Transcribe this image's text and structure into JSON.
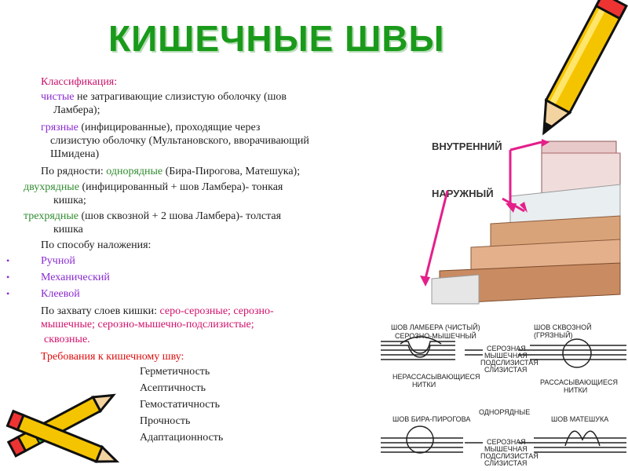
{
  "title": "КИШЕЧНЫЕ ШВЫ",
  "classification": {
    "heading": "Классификация:",
    "clean_term": "чистые",
    "clean_rest_1": " не затрагивающие слизистую оболочку (шов",
    "clean_rest_2": "Ламбера);",
    "dirty_term": "грязные",
    "dirty_rest_1": " (инфицированные), проходящие через",
    "dirty_rest_2": "слизистую оболочку (Мультановского, вворачивающий",
    "dirty_rest_3": "Шмидена)",
    "rows_prefix": "По рядности: ",
    "rows_single": "однорядные",
    "rows_single_rest": " (Бира-Пирогова, Матешука);",
    "double_term": "двухрядные",
    "double_rest_1": " (инфицированный + шов Ламбера)- тонкая",
    "double_rest_2": "кишка;",
    "triple_term": "трехрядные",
    "triple_rest_1": " (шов сквозной +  2 шова Ламбера)- толстая",
    "triple_rest_2": "кишка",
    "method_heading": "По способу наложения:",
    "methods": [
      "Ручной",
      "Механический",
      "Клеевой"
    ],
    "layers_prefix": "По захвату слоев кишки: ",
    "layers_1": "серо-серозные; серозно-",
    "layers_2": "мышечные; серозно-мышечно-подслизистые;",
    "layers_3": "сквозные.",
    "req_heading": "Требования к кишечному шву:",
    "requirements": [
      "Герметичность",
      "Асептичность",
      "Гемостатичность",
      "Прочность",
      "Адаптационность"
    ]
  },
  "figure_labels": {
    "inner": "ВНУТРЕННИЙ",
    "outer": "НАРУЖНЫЙ"
  },
  "diagram_labels": {
    "lambert": "ШОВ ЛАМБЕРА (ЧИСТЫЙ)",
    "sero_musc": "СЕРОЗНО-МЫШЕЧНЫЙ",
    "through": "ШОВ СКВОЗНОЙ (ГРЯЗНЫЙ)",
    "serous": "СЕРОЗНАЯ",
    "muscular": "МЫШЕЧНАЯ",
    "submucous": "ПОДСЛИЗИСТАЯ",
    "mucous": "СЛИЗИСТАЯ",
    "nonabs_1": "НЕРАССАСЫВАЮЩИЕСЯ",
    "nonabs_2": "НИТКИ",
    "abs_1": "РАССАСЫВАЮЩИЕСЯ",
    "abs_2": "НИТКИ",
    "single_row": "ОДНОРЯДНЫЕ",
    "bira": "ШОВ БИРА-ПИРОГОВА",
    "mateshuk": "ШОВ МАТЕШУКА",
    "serous2": "СЕРОЗНАЯ",
    "muscular2": "МЫШЕЧНАЯ",
    "submucous2": "ПОДСЛИЗИСТАЯ",
    "mucous2": "СЛИЗИСТАЯ"
  }
}
